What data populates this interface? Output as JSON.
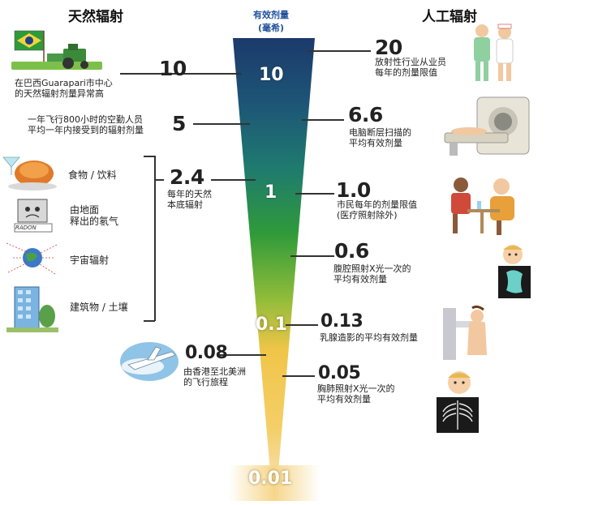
{
  "headers": {
    "natural": "天然辐射",
    "artificial": "人工辐射"
  },
  "axis_title": {
    "line1": "有效剂量",
    "line2": "(毫希)"
  },
  "scale_ticks": [
    "10",
    "1",
    "0.1",
    "0.01"
  ],
  "natural": [
    {
      "value": "10",
      "desc1": "在巴西Guarapari市中心",
      "desc2": "的天然辐射剂量异常高"
    },
    {
      "value": "5",
      "desc1": "一年飞行800小时的空勤人员",
      "desc2": "平均一年内接受到的辐射剂量"
    },
    {
      "value": "2.4",
      "desc1": "每年的天然",
      "desc2": "本底辐射"
    },
    {
      "value": "0.08",
      "desc1": "由香港至北美洲",
      "desc2": "的飞行旅程"
    }
  ],
  "background_sources": [
    {
      "label": "食物 / 饮料",
      "icon": "food-icon"
    },
    {
      "label1": "由地面",
      "label2": "释出的氡气",
      "icon": "radon-icon",
      "badge": "RADON"
    },
    {
      "label": "宇宙辐射",
      "icon": "cosmic-icon"
    },
    {
      "label": "建筑物 / 土壤",
      "icon": "building-icon"
    }
  ],
  "artificial": [
    {
      "value": "20",
      "desc1": "放射性行业从业员",
      "desc2": "每年的剂量限值"
    },
    {
      "value": "6.6",
      "desc1": "电脑断层扫描的",
      "desc2": "平均有效剂量"
    },
    {
      "value": "1.0",
      "desc1": "市民每年的剂量限值",
      "desc2": "(医疗照射除外)"
    },
    {
      "value": "0.6",
      "desc1": "腹腔照射X光一次的",
      "desc2": "平均有效剂量"
    },
    {
      "value": "0.13",
      "desc1": "乳腺造影的平均有效剂量",
      "desc2": ""
    },
    {
      "value": "0.05",
      "desc1": "胸肺照射X光一次的",
      "desc2": "平均有效剂量"
    }
  ],
  "colors": {
    "top": "#1b3a6b",
    "mid_teal": "#1f6f7a",
    "green": "#2f9a3a",
    "yellow_green": "#a8c43a",
    "yellow": "#f2c64a",
    "bottom": "#f6dca0"
  }
}
